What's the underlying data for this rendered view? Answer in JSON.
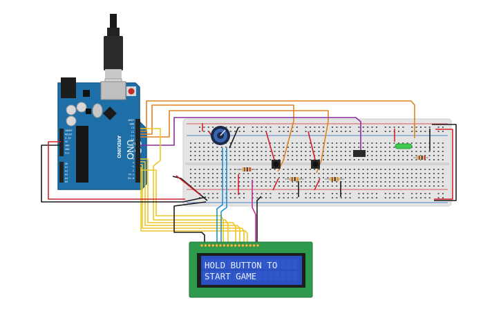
{
  "board": {
    "brand": "ARDUINO",
    "model": "UNO",
    "digital_pins": [
      "AREF",
      "GND",
      "13",
      "12",
      "~11",
      "~10",
      "~9",
      "8",
      "7",
      "~6",
      "~5",
      "4",
      "~3",
      "2",
      "TX-1",
      "RX-0"
    ],
    "power_pins": [
      "IOREF",
      "RESET",
      "3.3V",
      "5V",
      "GND",
      "GND",
      "Vin"
    ],
    "analog_pins": [
      "A0",
      "A1",
      "A2",
      "A3",
      "A4",
      "A5"
    ]
  },
  "lcd": {
    "line1": "HOLD BUTTON TO",
    "line2": "START GAME"
  },
  "colors": {
    "board": "#1e6ea7",
    "board_dark": "#155a8a",
    "breadboard": "#e4e4e4",
    "wire_orange": "#e0821e",
    "wire_purple": "#8b2c9c",
    "wire_yellow": "#ecc622",
    "wire_red": "#d4202a",
    "wire_black": "#1a1a1a",
    "wire_blue": "#1a8fd0",
    "wire_pink": "#c02a9a",
    "lcd_pcb": "#2f9a4c",
    "lcd_screen": "#2a4fbf",
    "led": "#3ecb4f"
  },
  "icons": {
    "usb_plug": "usb-plug-icon",
    "potentiometer": "potentiometer-icon"
  }
}
